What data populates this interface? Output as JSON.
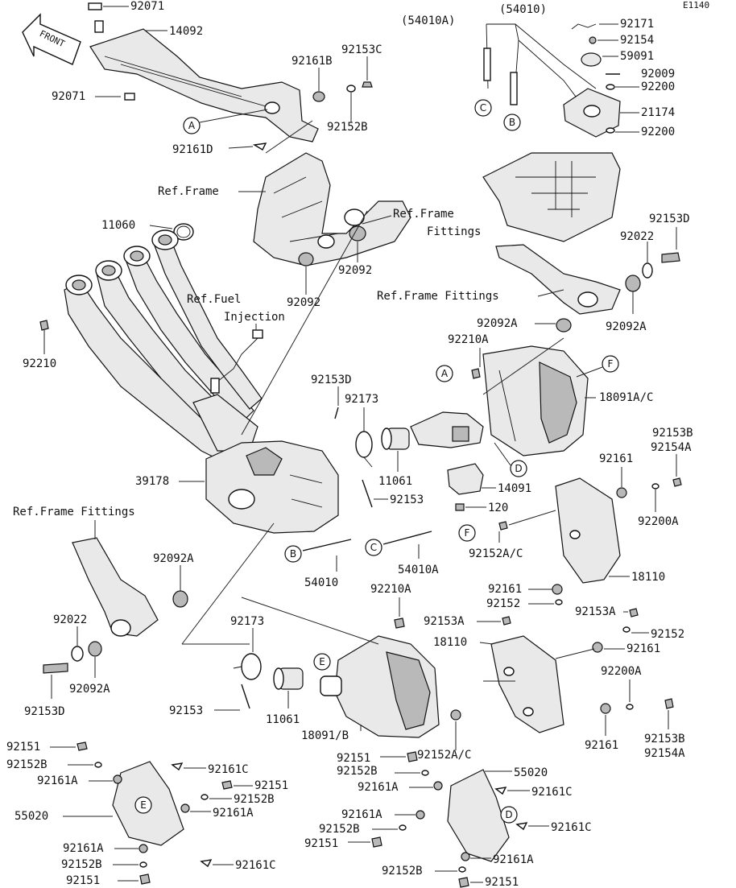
{
  "diagram_code": "E1140",
  "front_arrow": "FRONT",
  "labels": {
    "p92071_top": "92071",
    "p14092": "14092",
    "p92071_left": "92071",
    "p92161B": "92161B",
    "p92153C": "92153C",
    "p92152B_top": "92152B",
    "p92161D": "92161D",
    "ref_frame_top": "Ref.Frame",
    "p11060": "11060",
    "ref_frame_fittings_top": "Ref.Frame",
    "ref_frame_fittings_top2": "Fittings",
    "p92092_a": "92092",
    "p92092_b": "92092",
    "ref_fuel_1": "Ref.Fuel",
    "ref_fuel_2": "Injection",
    "p92210": "92210",
    "p54010A_paren": "(54010A)",
    "p54010_paren": "(54010)",
    "p92171": "92171",
    "p92154": "92154",
    "p59091": "59091",
    "p92009": "92009",
    "p92200_a": "92200",
    "p21174": "21174",
    "p92200_b": "92200",
    "p92153D_r": "92153D",
    "p92022_r": "92022",
    "ref_frame_fittings_mid": "Ref.Frame Fittings",
    "p92092A_l": "92092A",
    "p92092A_r": "92092A",
    "p92210A_top": "92210A",
    "p18091AC": "18091A/C",
    "p92153D_mid": "92153D",
    "p92173_top": "92173",
    "p39178": "39178",
    "p11061_top": "11061",
    "p92153_mid": "92153",
    "p14091": "14091",
    "p120": "120",
    "p92153B_r": "92153B",
    "p92154A_r": "92154A",
    "p92161_r1": "92161",
    "p92200A_r": "92200A",
    "ref_frame_fittings_left": "Ref.Frame Fittings",
    "p54010": "54010",
    "p54010A": "54010A",
    "p92152AC_top": "92152A/C",
    "p18110_top": "18110",
    "p92092A_left": "92092A",
    "p92022_left": "92022",
    "p92092A_left2": "92092A",
    "p92153D_left": "92153D",
    "p92210A_mid": "92210A",
    "p92161_r2": "92161",
    "p92152_r2": "92152",
    "p92153A_mid": "92153A",
    "p92153A_r": "92153A",
    "p92152_r3": "92152",
    "p18110_mid": "18110",
    "p92161_r3": "92161",
    "p92173_low": "92173",
    "p92153_low": "92153",
    "p11061_low": "11061",
    "p18091B": "18091/B",
    "p92200A_low": "92200A",
    "p92161_low": "92161",
    "p92153B_low": "92153B",
    "p92154A_low": "92154A",
    "p92151_l1": "92151",
    "p92152B_l1": "92152B",
    "p92161A_l1": "92161A",
    "p92161C_l1": "92161C",
    "p92151_l2": "92151",
    "p92152B_l2": "92152B",
    "p92161A_l2": "92161A",
    "p55020_l": "55020",
    "p92161A_l3": "92161A",
    "p92152B_l3": "92152B",
    "p92151_l3": "92151",
    "p92161C_l2": "92161C",
    "p92151_m1": "92151",
    "p92152AC_low": "92152A/C",
    "p92152B_m1": "92152B",
    "p92161A_m1": "92161A",
    "p55020_m": "55020",
    "p92161C_m1": "92161C",
    "p92161A_m2": "92161A",
    "p92152B_m2": "92152B",
    "p92151_m2": "92151",
    "p92161C_m2": "92161C",
    "p92161A_m3": "92161A",
    "p92152B_m3": "92152B",
    "p92151_m3": "92151"
  },
  "callouts": {
    "A1": "A",
    "A2": "A",
    "B1": "B",
    "B2": "B",
    "C1": "C",
    "C2": "C",
    "D1": "D",
    "D2": "D",
    "E1": "E",
    "E2": "E",
    "F1": "F",
    "F2": "F"
  }
}
